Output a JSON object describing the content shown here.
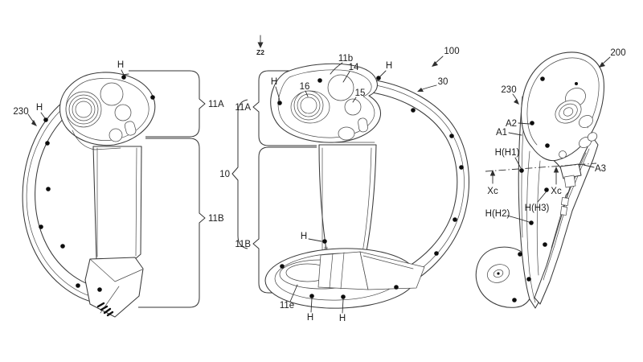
{
  "colors": {
    "background": "#ffffff",
    "line": "#3a3a3a",
    "dot": "#0d0d0d"
  },
  "labels": {
    "left": {
      "ref230": "230",
      "h_ring": "H",
      "h_top": "H",
      "part11A": "11A",
      "part11B": "11B"
    },
    "center": {
      "axis_z2": "Z2",
      "ref100": "100",
      "ref30": "30",
      "ref11b": "11b",
      "ref14": "14",
      "ref15": "15",
      "ref16": "16",
      "ref10": "10",
      "part11A": "11A",
      "part11B": "11B",
      "ref11e": "11e",
      "h_left": "H",
      "h_right": "H",
      "h_grip": "H",
      "h_base_left": "H",
      "h_base_right": "H"
    },
    "right": {
      "ref200": "200",
      "ref230": "230",
      "a1": "A1",
      "a2": "A2",
      "a3": "A3",
      "h_h1": "H(H1)",
      "h_h2": "H(H2)",
      "h_h3": "H(H3)",
      "xc_left": "Xc",
      "xc_right": "Xc"
    }
  }
}
